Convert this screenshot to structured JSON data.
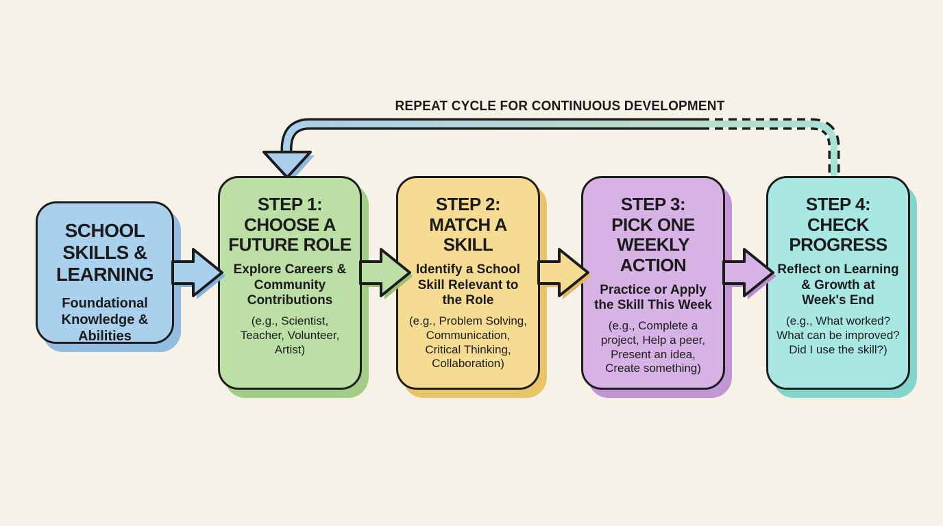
{
  "background": "#f7f2e8",
  "loop": {
    "label": "REPEAT CYCLE FOR CONTINUOUS DEVELOPMENT",
    "gradient_start": "#a9cfec",
    "gradient_mid": "#bcdcc8",
    "gradient_end": "#a6e2d6"
  },
  "boxes": [
    {
      "id": "school-skills-learning",
      "title": "SCHOOL\nSKILLS &\nLEARNING",
      "subtitle": "Foundational\nKnowledge &\nAbilities",
      "examples": "",
      "fill": "#a9d1ed",
      "shadow": "#93bde0"
    },
    {
      "id": "step-1",
      "title": "STEP 1:\nCHOOSE A\nFUTURE ROLE",
      "subtitle": "Explore Careers &\nCommunity\nContributions",
      "examples": "(e.g., Scientist,\nTeacher, Volunteer,\nArtist)",
      "fill": "#bcdfa6",
      "shadow": "#a3cc87"
    },
    {
      "id": "step-2",
      "title": "STEP 2:\nMATCH A\nSKILL",
      "subtitle": "Identify a School\nSkill Relevant to\nthe Role",
      "examples": "(e.g., Problem Solving,\nCommunication,\nCritical Thinking,\nCollaboration)",
      "fill": "#f6dc93",
      "shadow": "#e8c468"
    },
    {
      "id": "step-3",
      "title": "STEP 3:\nPICK ONE\nWEEKLY\nACTION",
      "subtitle": "Practice or Apply\nthe Skill This Week",
      "examples": "(e.g., Complete a\nproject, Help a peer,\nPresent an idea,\nCreate something)",
      "fill": "#d7b2e5",
      "shadow": "#c295d6"
    },
    {
      "id": "step-4",
      "title": "STEP 4:\nCHECK\nPROGRESS",
      "subtitle": "Reflect on Learning\n& Growth at\nWeek's End",
      "examples": "(e.g., What worked?\nWhat can be improved?\nDid I use the skill?)",
      "fill": "#a9e8e2",
      "shadow": "#83d4cb"
    }
  ],
  "arrows": [
    {
      "id": "arrow-1",
      "color": "#a9d1ed",
      "shadow": "#85b2d8"
    },
    {
      "id": "arrow-2",
      "color": "#bcdfa6",
      "shadow": "#96c177"
    },
    {
      "id": "arrow-3",
      "color": "#f6dc93",
      "shadow": "#e0ba5e"
    },
    {
      "id": "arrow-4",
      "color": "#d7b2e5",
      "shadow": "#ba8cce"
    }
  ],
  "border_color": "#1c1c1c",
  "text_color": "#1b1b1b"
}
